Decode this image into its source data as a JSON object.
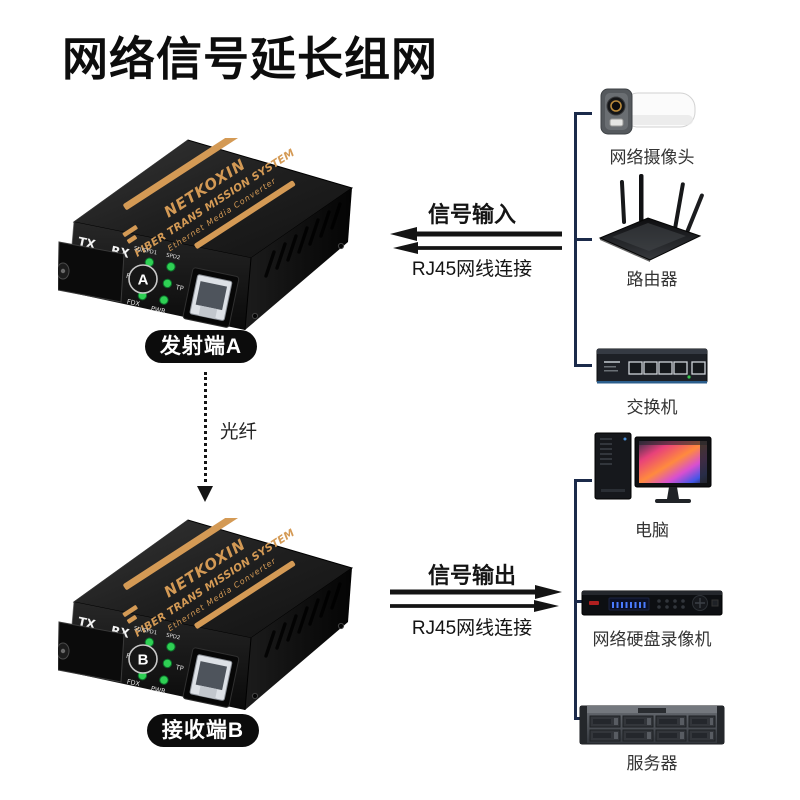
{
  "title": "网络信号延长组网",
  "colors": {
    "gold_accent": "#d49a55",
    "led_green": "#2fd054",
    "bracket_line": "#1b2a4a",
    "arrow_black": "#141414"
  },
  "device_common": {
    "brand": "NETKOXIN",
    "sys": "FIBER TRANS MISSION SYSTEM",
    "sub": "Ethernet Media Converter",
    "tx": "TX",
    "rx": "RX",
    "sd": "SD/SPD1",
    "spd2": "SPD2",
    "fx": "FX",
    "tp": "TP",
    "fdx": "FDX",
    "pwr": "PWR"
  },
  "device_a": {
    "badge": "发射端A",
    "marker": "A"
  },
  "device_b": {
    "badge": "接收端B",
    "marker": "B"
  },
  "fiber": {
    "label": "光纤"
  },
  "input_link": {
    "title": "信号输入",
    "subtitle": "RJ45网线连接",
    "direction": "left"
  },
  "output_link": {
    "title": "信号输出",
    "subtitle": "RJ45网线连接",
    "direction": "right"
  },
  "sources": [
    {
      "label": "网络摄像头",
      "icon": "camera-icon"
    },
    {
      "label": "路由器",
      "icon": "router-icon"
    },
    {
      "label": "交换机",
      "icon": "switch-icon"
    }
  ],
  "destinations": [
    {
      "label": "电脑",
      "icon": "computer-icon"
    },
    {
      "label": "网络硬盘录像机",
      "icon": "nvr-icon"
    },
    {
      "label": "服务器",
      "icon": "server-icon"
    }
  ]
}
